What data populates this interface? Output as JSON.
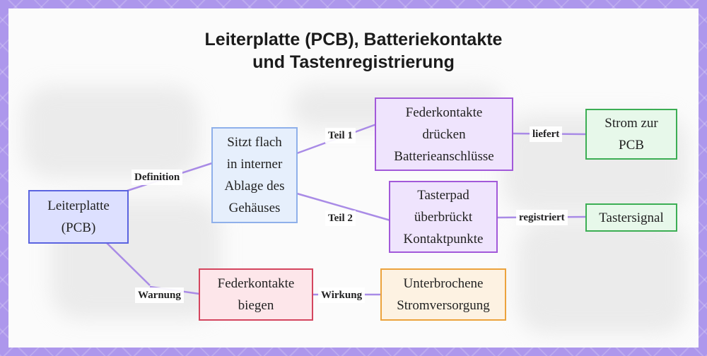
{
  "title": {
    "line1": "Leiterplatte (PCB), Batteriekontakte",
    "line2": "und Tastenregistrierung"
  },
  "nodes": {
    "pcb": {
      "lines": [
        "Leiterplatte",
        "(PCB)"
      ]
    },
    "sitzt": {
      "lines": [
        "Sitzt flach",
        "in interner",
        "Ablage des",
        "Gehäuses"
      ]
    },
    "feder_druecken": {
      "lines": [
        "Federkontakte",
        "drücken",
        "Batterieanschlüsse"
      ]
    },
    "strom": {
      "lines": [
        "Strom zur",
        "PCB"
      ]
    },
    "tasterpad": {
      "lines": [
        "Tasterpad",
        "überbrückt",
        "Kontaktpunkte"
      ]
    },
    "signal": {
      "lines": [
        "Tastersignal"
      ]
    },
    "feder_biegen": {
      "lines": [
        "Federkontakte",
        "biegen"
      ]
    },
    "unterbrochen": {
      "lines": [
        "Unterbrochene",
        "Stromversorgung"
      ]
    }
  },
  "edges": {
    "definition": "Definition",
    "teil1": "Teil 1",
    "teil2": "Teil 2",
    "liefert": "liefert",
    "registriert": "registriert",
    "warnung": "Warnung",
    "wirkung": "Wirkung"
  },
  "colors": {
    "edge_line": "#a98be6",
    "blue_fill": "#dde0ff",
    "blue_border": "#5a63e0",
    "lightblue_fill": "#e6effc",
    "lightblue_border": "#8fb0ea",
    "purple_fill": "#efe4fd",
    "purple_border": "#a259d9",
    "green_fill": "#e7f8ea",
    "green_border": "#3cae54",
    "red_fill": "#fde6ea",
    "red_border": "#d4455e",
    "orange_fill": "#fdf2e2",
    "orange_border": "#eca33d"
  }
}
